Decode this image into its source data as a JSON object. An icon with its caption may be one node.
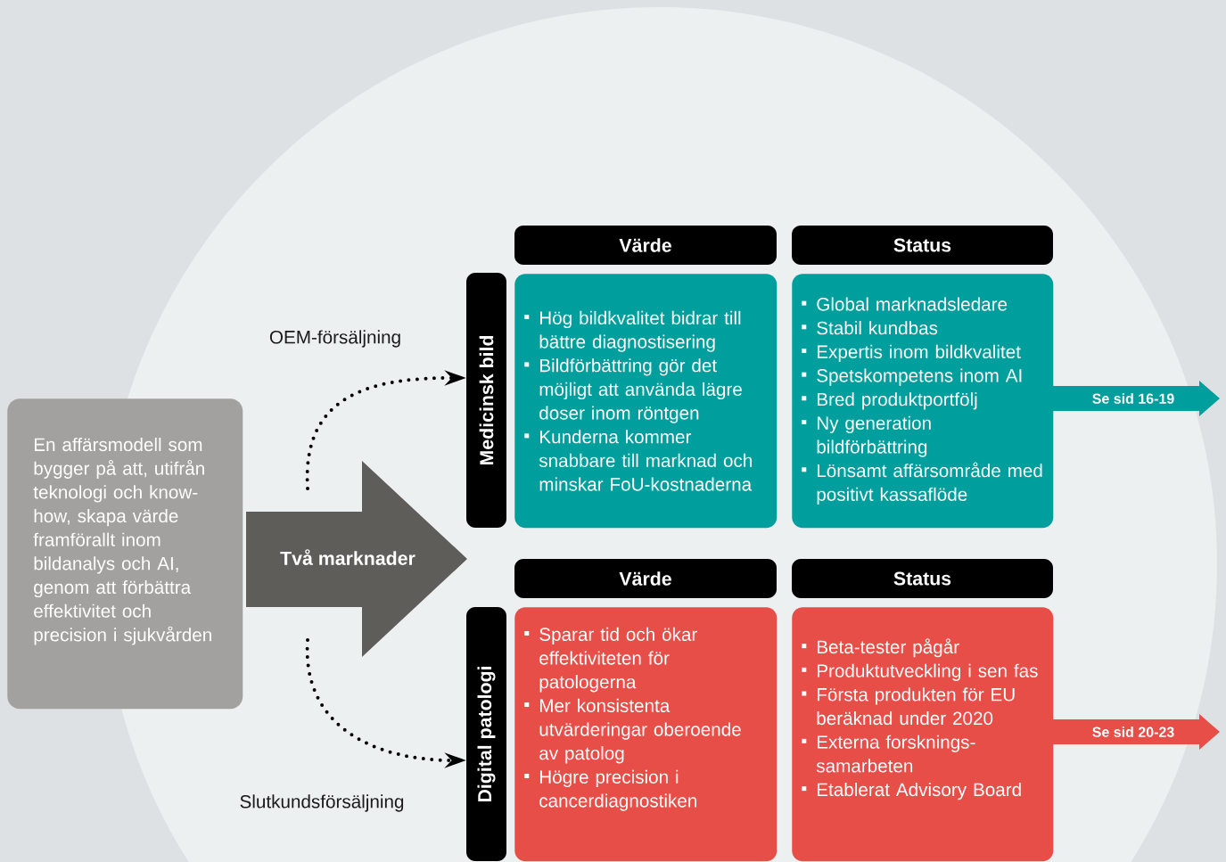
{
  "diagram": {
    "nodes": [
      {
        "text": [
          "En affärsmodell som bygger på att, utifrån teknologi och know-how, skapa värde framförallt inom bildanalys och AI, genom att förbättra effektivitet och precision i sjukvården"
        ]
      },
      {
        "text": [
          "Två marknader"
        ]
      },
      {
        "text": [
          "Medicinsk bild"
        ]
      },
      {
        "text": [
          "Värde"
        ]
      },
      {
        "text": [
          "Status"
        ]
      },
      {
        "text": [
          "Hög bildkvalitet bidrar till bättre diagnostisering",
          "Bildförbättring gör det möjligt att använda lägre doser inom röntgen",
          "Kunderna kommer snabbare till marknad och minskar FoU-kostnaderna"
        ]
      },
      {
        "text": [
          "Global marknadsledare",
          "Stabil kundbas",
          "Expertis inom bildkvalitet",
          "Spetskompetens inom AI",
          "Bred produktportfölj",
          "Ny generation bildförbättring",
          "Lönsamt affärsområde med positivt kassaflöde"
        ]
      },
      {
        "text": [
          "Se sid 16-19"
        ]
      },
      {
        "text": [
          "Digital patologi"
        ]
      },
      {
        "text": [
          "Värde"
        ]
      },
      {
        "text": [
          "Status"
        ]
      },
      {
        "text": [
          "Sparar tid och ökar effektiviteten för patologerna",
          "Mer konsistenta utvärderingar oberoende av patolog",
          "Högre precision i cancerdiagnostiken"
        ]
      },
      {
        "text": [
          "Beta-tester pågår",
          "Produktutveckling i sen fas",
          "Första produkten för EU beräknad under 2020",
          "Externa forsknings-samarbeten",
          "Etablerat Advisory Board"
        ]
      },
      {
        "text": [
          "Se sid 20-23"
        ]
      }
    ],
    "edges": [
      {
        "from": null,
        "to": 2,
        "arrow": "to",
        "label": "OEM-försäljning",
        "style": "dashed"
      },
      {
        "from": null,
        "to": 8,
        "arrow": "to",
        "label": "Slutkundsförsäljning",
        "style": "dashed"
      }
    ]
  }
}
